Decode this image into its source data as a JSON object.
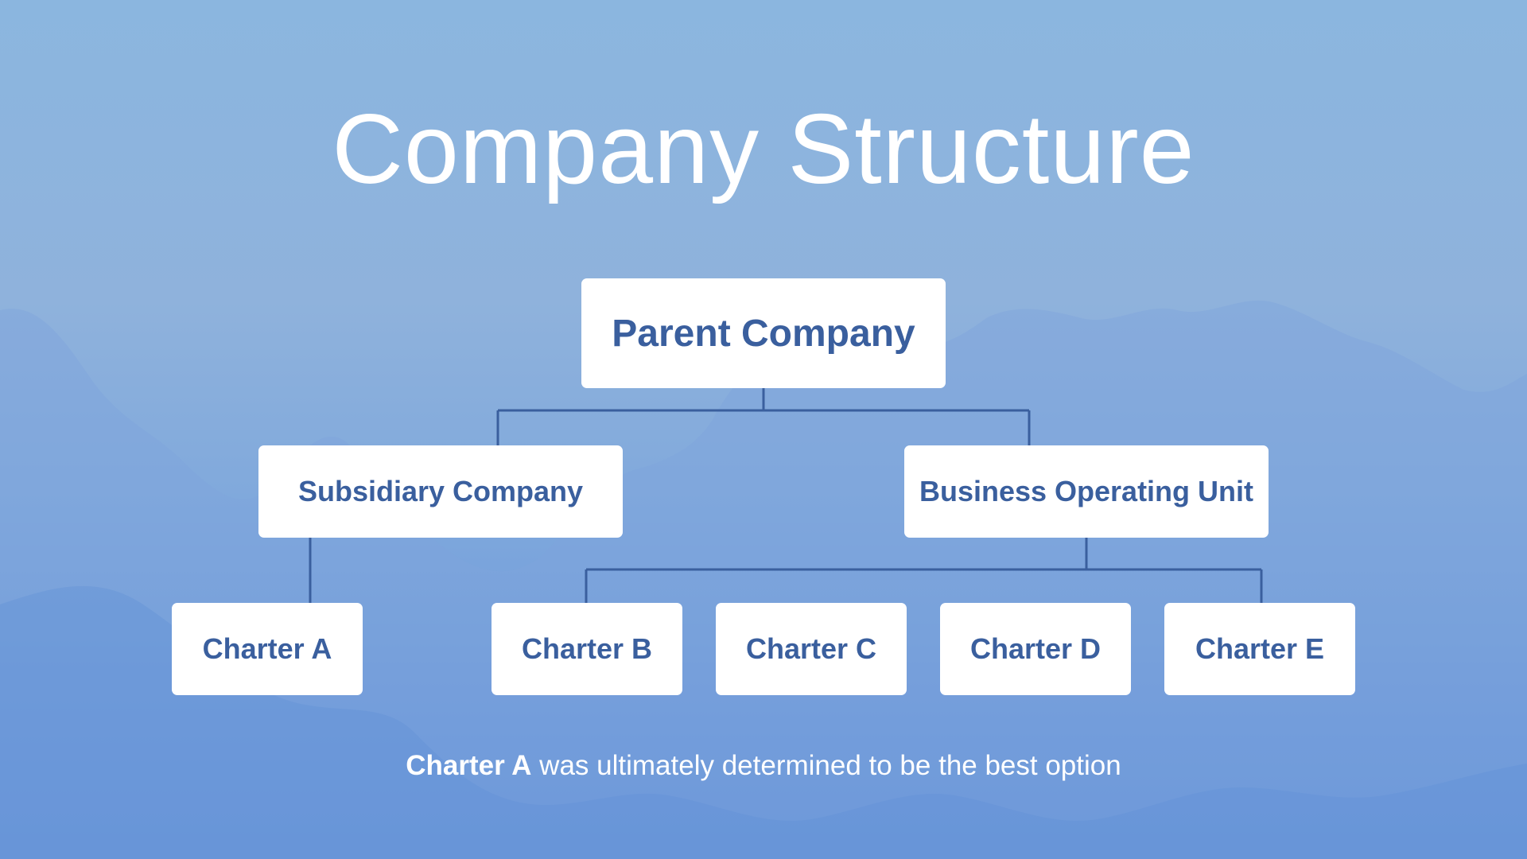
{
  "slide": {
    "title": "Company Structure",
    "caption": {
      "highlight": "Charter A",
      "rest": " was ultimately determined to be the best option"
    }
  },
  "colors": {
    "node_text": "#3a5f9e",
    "connector": "#3a5f9e",
    "node_fill": "#ffffff",
    "title_text": "#ffffff"
  },
  "org_chart": {
    "root": {
      "label": "Parent Company",
      "children": [
        {
          "label": "Subsidiary Company",
          "children": [
            {
              "label": "Charter A"
            }
          ]
        },
        {
          "label": "Business Operating Unit",
          "children": [
            {
              "label": "Charter B"
            },
            {
              "label": "Charter C"
            },
            {
              "label": "Charter D"
            },
            {
              "label": "Charter E"
            }
          ]
        }
      ]
    }
  }
}
